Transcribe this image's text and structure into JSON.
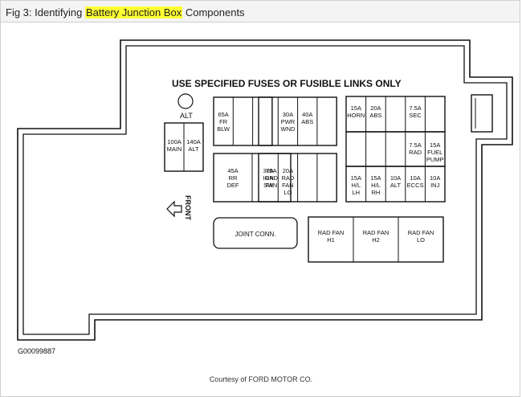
{
  "header": {
    "title_prefix": "Fig 3: Identifying ",
    "title_highlight": "Battery Junction Box",
    "title_suffix": " Components"
  },
  "diagram": {
    "heading": "USE SPECIFIED FUSES OR FUSIBLE LINKS ONLY",
    "alt_label": "ALT",
    "front_label": "FRONT",
    "left_fuses": [
      [
        "100A",
        "MAIN"
      ],
      [
        "140A",
        "ALT"
      ]
    ],
    "upper_left_block": [
      [
        "65A",
        "FR",
        "BLW"
      ],
      [],
      []
    ],
    "upper_mid_block": [
      [],
      [
        "30A",
        "PWR",
        "WND"
      ],
      [
        "40A",
        "ABS"
      ],
      []
    ],
    "lower_left_block": [
      [
        "45A",
        "RR",
        "DEF"
      ],
      [
        "75A",
        "RAD",
        "FAN"
      ]
    ],
    "lower_mid_block": [
      [
        "30A",
        "IGN",
        "SW"
      ],
      [
        "20A",
        "RAD",
        "FAN",
        "LO"
      ],
      [],
      []
    ],
    "right_block_top": [
      [
        "15A",
        "HORN"
      ],
      [
        "20A",
        "ABS"
      ],
      [],
      [
        "7.5A",
        "SEC"
      ],
      []
    ],
    "right_block_mid": [
      [],
      [],
      [],
      [
        "7.5A",
        "RAD"
      ],
      [
        "15A",
        "FUEL",
        "PUMP"
      ]
    ],
    "right_block_bottom": [
      [
        "15A",
        "H/L",
        "LH"
      ],
      [
        "15A",
        "H/L",
        "RH"
      ],
      [
        "10A",
        "ALT"
      ],
      [
        "10A",
        "ECCS"
      ],
      [
        "10A",
        "INJ"
      ]
    ],
    "joint_conn": "JOINT CONN.",
    "rad_fan_relays": [
      [
        "RAD FAN",
        "H1"
      ],
      [
        "RAD FAN",
        "H2"
      ],
      [
        "RAD FAN",
        "LO"
      ]
    ],
    "figure_code": "G00099887"
  },
  "footer": {
    "credit": "Courtesy of FORD MOTOR CO."
  }
}
